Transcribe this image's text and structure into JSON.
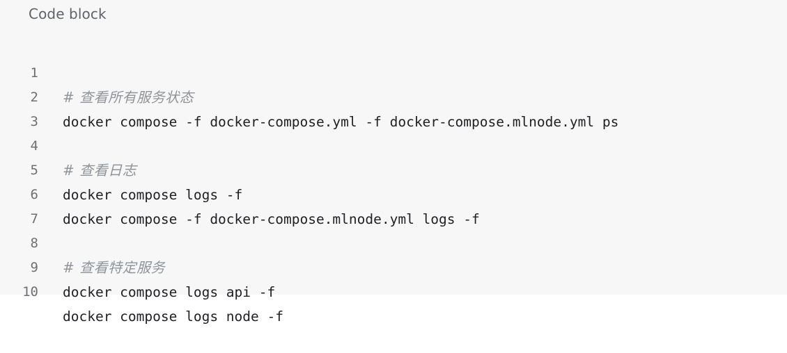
{
  "header": {
    "title": "Code block"
  },
  "code": {
    "lines": [
      {
        "number": "1",
        "text": "# 查看所有服务状态",
        "comment": true
      },
      {
        "number": "2",
        "text": "docker compose -f docker-compose.yml -f docker-compose.mlnode.yml ps",
        "comment": false
      },
      {
        "number": "3",
        "text": "",
        "comment": false
      },
      {
        "number": "4",
        "text": "# 查看日志",
        "comment": true
      },
      {
        "number": "5",
        "text": "docker compose logs -f",
        "comment": false
      },
      {
        "number": "6",
        "text": "docker compose -f docker-compose.mlnode.yml logs -f",
        "comment": false
      },
      {
        "number": "7",
        "text": "",
        "comment": false
      },
      {
        "number": "8",
        "text": "# 查看特定服务",
        "comment": true
      },
      {
        "number": "9",
        "text": "docker compose logs api -f",
        "comment": false
      },
      {
        "number": "10",
        "text": "docker compose logs node -f",
        "comment": false
      }
    ]
  },
  "colors": {
    "background": "#f7f7f8",
    "text": "#202124",
    "comment": "#8f9499",
    "line_number": "#6f6f73"
  }
}
